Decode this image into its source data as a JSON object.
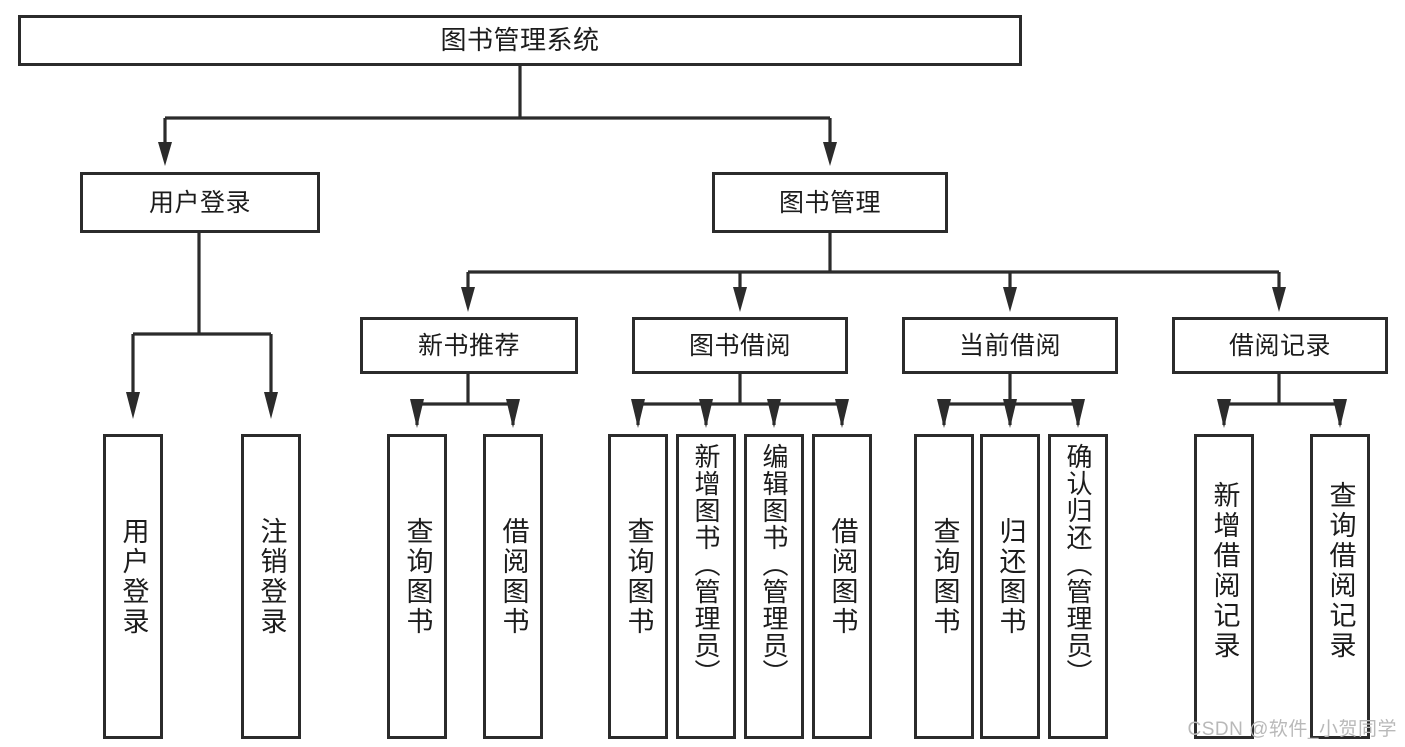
{
  "diagram": {
    "type": "tree-hierarchy",
    "title": "图书管理系统",
    "root": {
      "label": "图书管理系统",
      "orientation": "horizontal"
    },
    "level1": [
      {
        "label": "用户登录",
        "orientation": "horizontal"
      },
      {
        "label": "图书管理",
        "orientation": "horizontal"
      }
    ],
    "level2": [
      {
        "label": "新书推荐",
        "orientation": "horizontal",
        "parent": "图书管理"
      },
      {
        "label": "图书借阅",
        "orientation": "horizontal",
        "parent": "图书管理"
      },
      {
        "label": "当前借阅",
        "orientation": "horizontal",
        "parent": "图书管理"
      },
      {
        "label": "借阅记录",
        "orientation": "horizontal",
        "parent": "图书管理"
      }
    ],
    "leaves": [
      {
        "label": "用户登录",
        "orientation": "vertical",
        "parent": "用户登录"
      },
      {
        "label": "注销登录",
        "orientation": "vertical",
        "parent": "用户登录"
      },
      {
        "label": "查询图书",
        "orientation": "vertical",
        "parent": "新书推荐"
      },
      {
        "label": "借阅图书",
        "orientation": "vertical",
        "parent": "新书推荐"
      },
      {
        "label": "查询图书",
        "orientation": "vertical",
        "parent": "图书借阅"
      },
      {
        "label": "新增图书（管理员）",
        "orientation": "vertical",
        "parent": "图书借阅"
      },
      {
        "label": "编辑图书（管理员）",
        "orientation": "vertical",
        "parent": "图书借阅"
      },
      {
        "label": "借阅图书",
        "orientation": "vertical",
        "parent": "图书借阅"
      },
      {
        "label": "查询图书",
        "orientation": "vertical",
        "parent": "当前借阅"
      },
      {
        "label": "归还图书",
        "orientation": "vertical",
        "parent": "当前借阅"
      },
      {
        "label": "确认归还（管理员）",
        "orientation": "vertical",
        "parent": "当前借阅"
      },
      {
        "label": "新增借阅记录",
        "orientation": "vertical",
        "parent": "借阅记录"
      },
      {
        "label": "查询借阅记录",
        "orientation": "vertical",
        "parent": "借阅记录"
      }
    ]
  },
  "watermark": {
    "text": "CSDN @软件_小贺同学"
  },
  "colors": {
    "stroke": "#2b2b2b",
    "background": "#ffffff",
    "text": "#1c1c1c",
    "watermark": "#b9b9b9"
  }
}
